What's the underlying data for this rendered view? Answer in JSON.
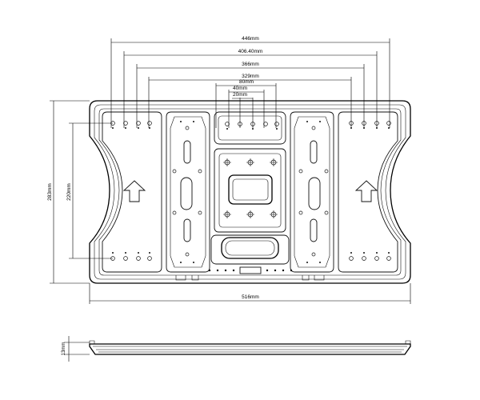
{
  "drawing": {
    "dimensions": {
      "w446": "446mm",
      "w406": "406.40mm",
      "w366": "366mm",
      "w329": "329mm",
      "w80": "80mm",
      "w40": "40mm",
      "w20": "20mm",
      "w516": "516mm",
      "h283": "283mm",
      "h220": "220mm",
      "h13": "13mm"
    }
  }
}
